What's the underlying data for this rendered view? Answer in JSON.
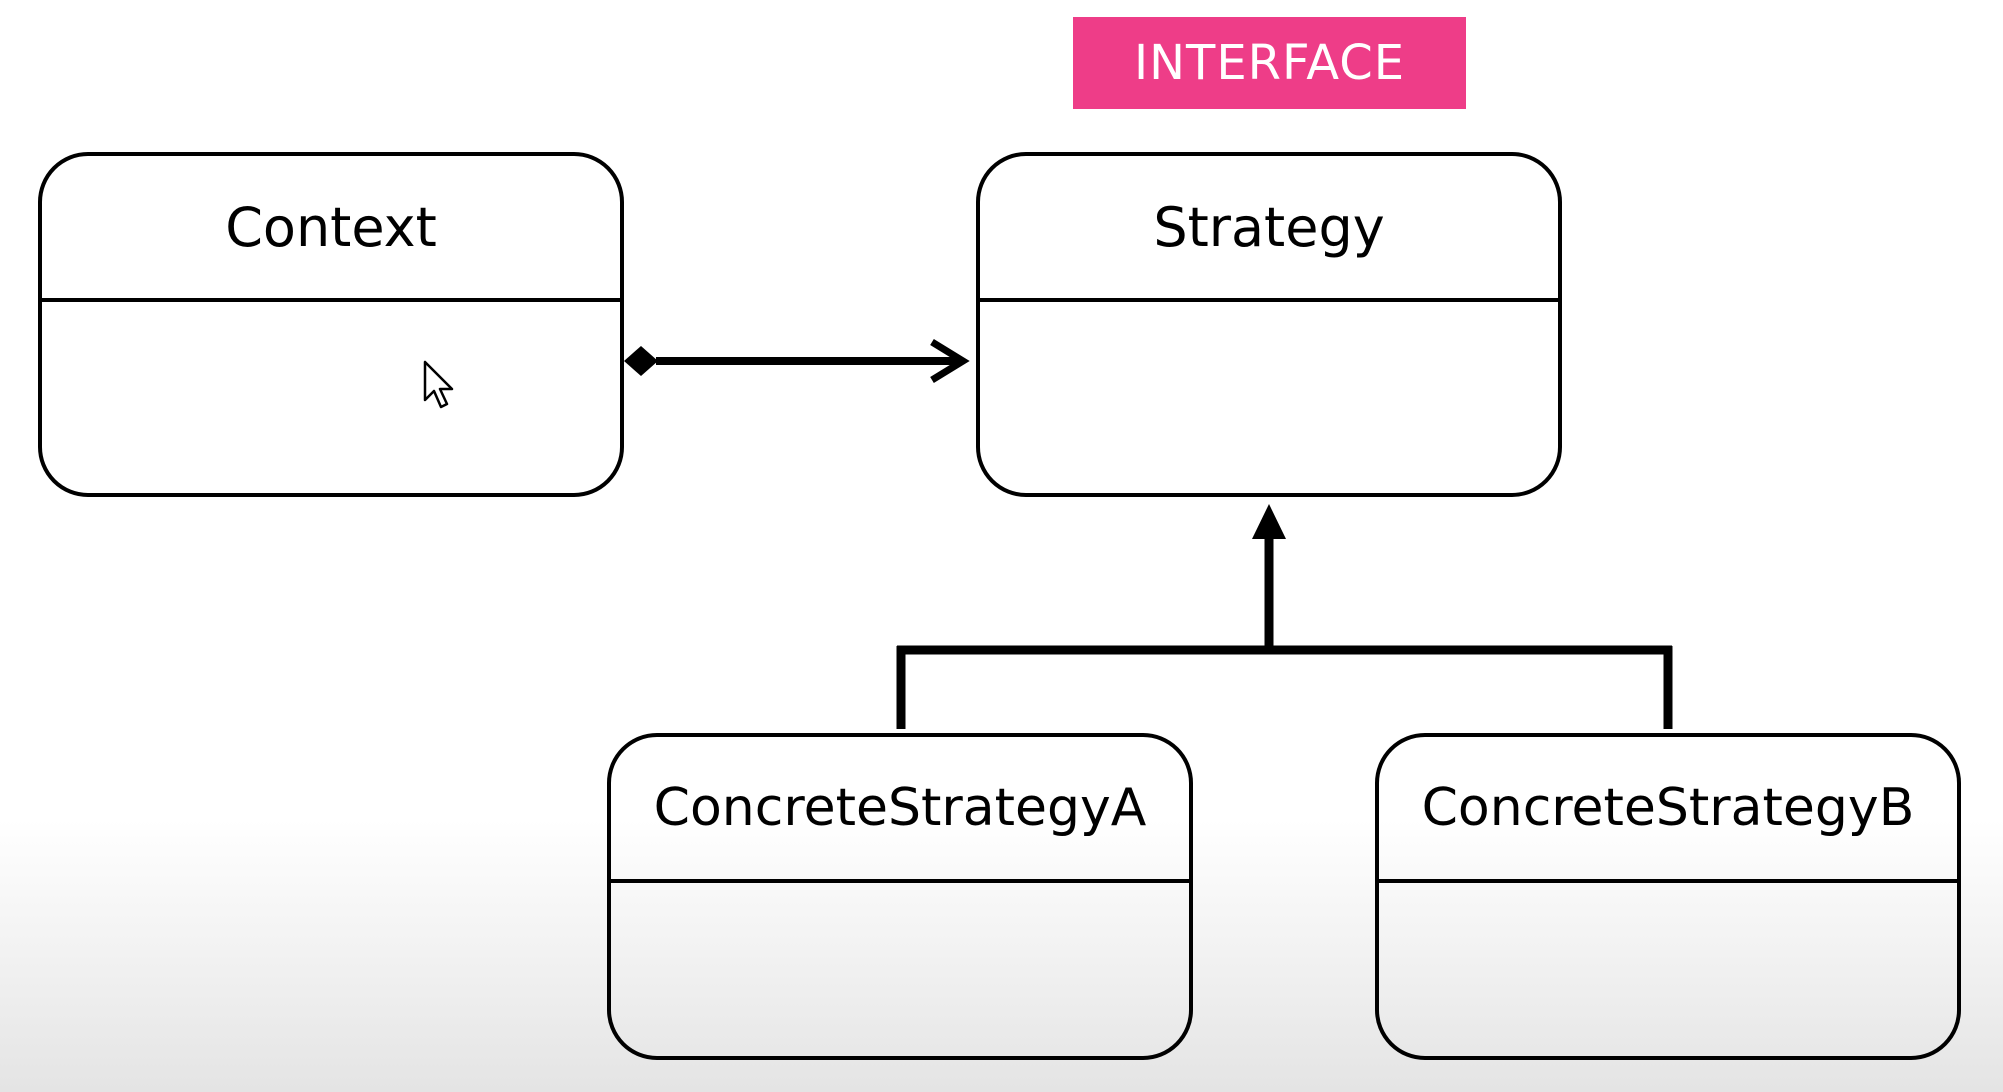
{
  "stereotype": {
    "label": "INTERFACE",
    "color": "#ee3d88"
  },
  "classes": {
    "context": {
      "name": "Context"
    },
    "strategy": {
      "name": "Strategy"
    },
    "concrete_a": {
      "name": "ConcreteStrategyA"
    },
    "concrete_b": {
      "name": "ConcreteStrategyB"
    }
  },
  "relations": [
    {
      "type": "composition",
      "from": "Context",
      "to": "Strategy"
    },
    {
      "type": "generalization",
      "from": "ConcreteStrategyA",
      "to": "Strategy"
    },
    {
      "type": "generalization",
      "from": "ConcreteStrategyB",
      "to": "Strategy"
    }
  ],
  "icons": {
    "cursor": "mouse-cursor-icon"
  }
}
